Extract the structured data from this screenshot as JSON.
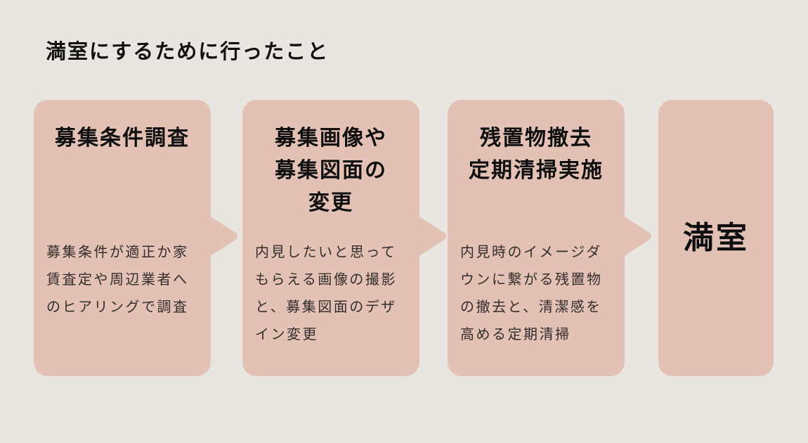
{
  "page": {
    "title": "満室にするために行ったこと",
    "colors": {
      "background": "#E9E5E0",
      "card": "#E3C1B5",
      "title_text": "#0F0F0F",
      "body_text": "#332E2C"
    },
    "step_arrow_icon": "arrow-right"
  },
  "steps": [
    {
      "title": "募集条件調査",
      "title_lines": [
        "募集条件調査"
      ],
      "description": "募集条件が適正か家賃査定や周辺業者へのヒアリングで調査",
      "description_lines": [
        "募集条件が適正か家",
        "賃査定や周辺業者へ",
        "のヒアリングで調査"
      ]
    },
    {
      "title": "募集画像や募集図面の変更",
      "title_lines": [
        "募集画像や",
        "募集図面の",
        "変更"
      ],
      "description": "内見したいと思ってもらえる画像の撮影と、募集図面のデザイン変更",
      "description_lines": [
        "内見したいと思って",
        "もらえる画像の撮影",
        "と、募集図面のデザ",
        "イン変更"
      ]
    },
    {
      "title": "残置物撤去定期清掃実施",
      "title_lines": [
        "残置物撤去",
        "定期清掃実施"
      ],
      "description": "内見時のイメージダウンに繋がる残置物の撤去と、清潔感を高める定期清掃",
      "description_lines": [
        "内見時のイメージダ",
        "ウンに繋がる残置物",
        "の撤去と、清潔感を",
        "高める定期清掃"
      ]
    }
  ],
  "result": {
    "label": "満室"
  }
}
